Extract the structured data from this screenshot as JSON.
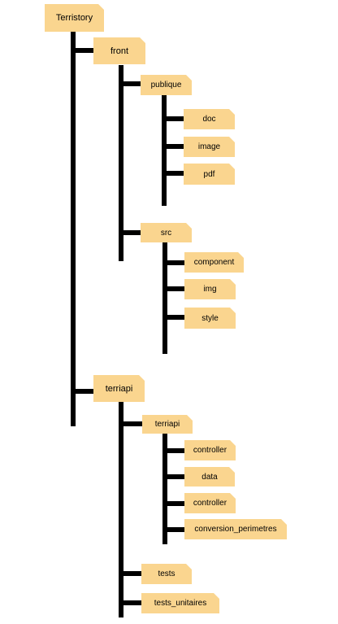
{
  "diagram": {
    "colors": {
      "folder_fill": "#fad58f",
      "connector": "#000000"
    },
    "nodes": {
      "root": "Terristory",
      "front": "front",
      "publique": "publique",
      "doc": "doc",
      "image": "image",
      "pdf": "pdf",
      "src": "src",
      "component": "component",
      "img": "img",
      "style": "style",
      "terriapi_top": "terriapi",
      "terriapi_sub": "terriapi",
      "controller_1": "controller",
      "data": "data",
      "controller_2": "controller",
      "conversion_perimetres": "conversion_perimetres",
      "tests": "tests",
      "tests_unitaires": "tests_unitaires"
    }
  }
}
